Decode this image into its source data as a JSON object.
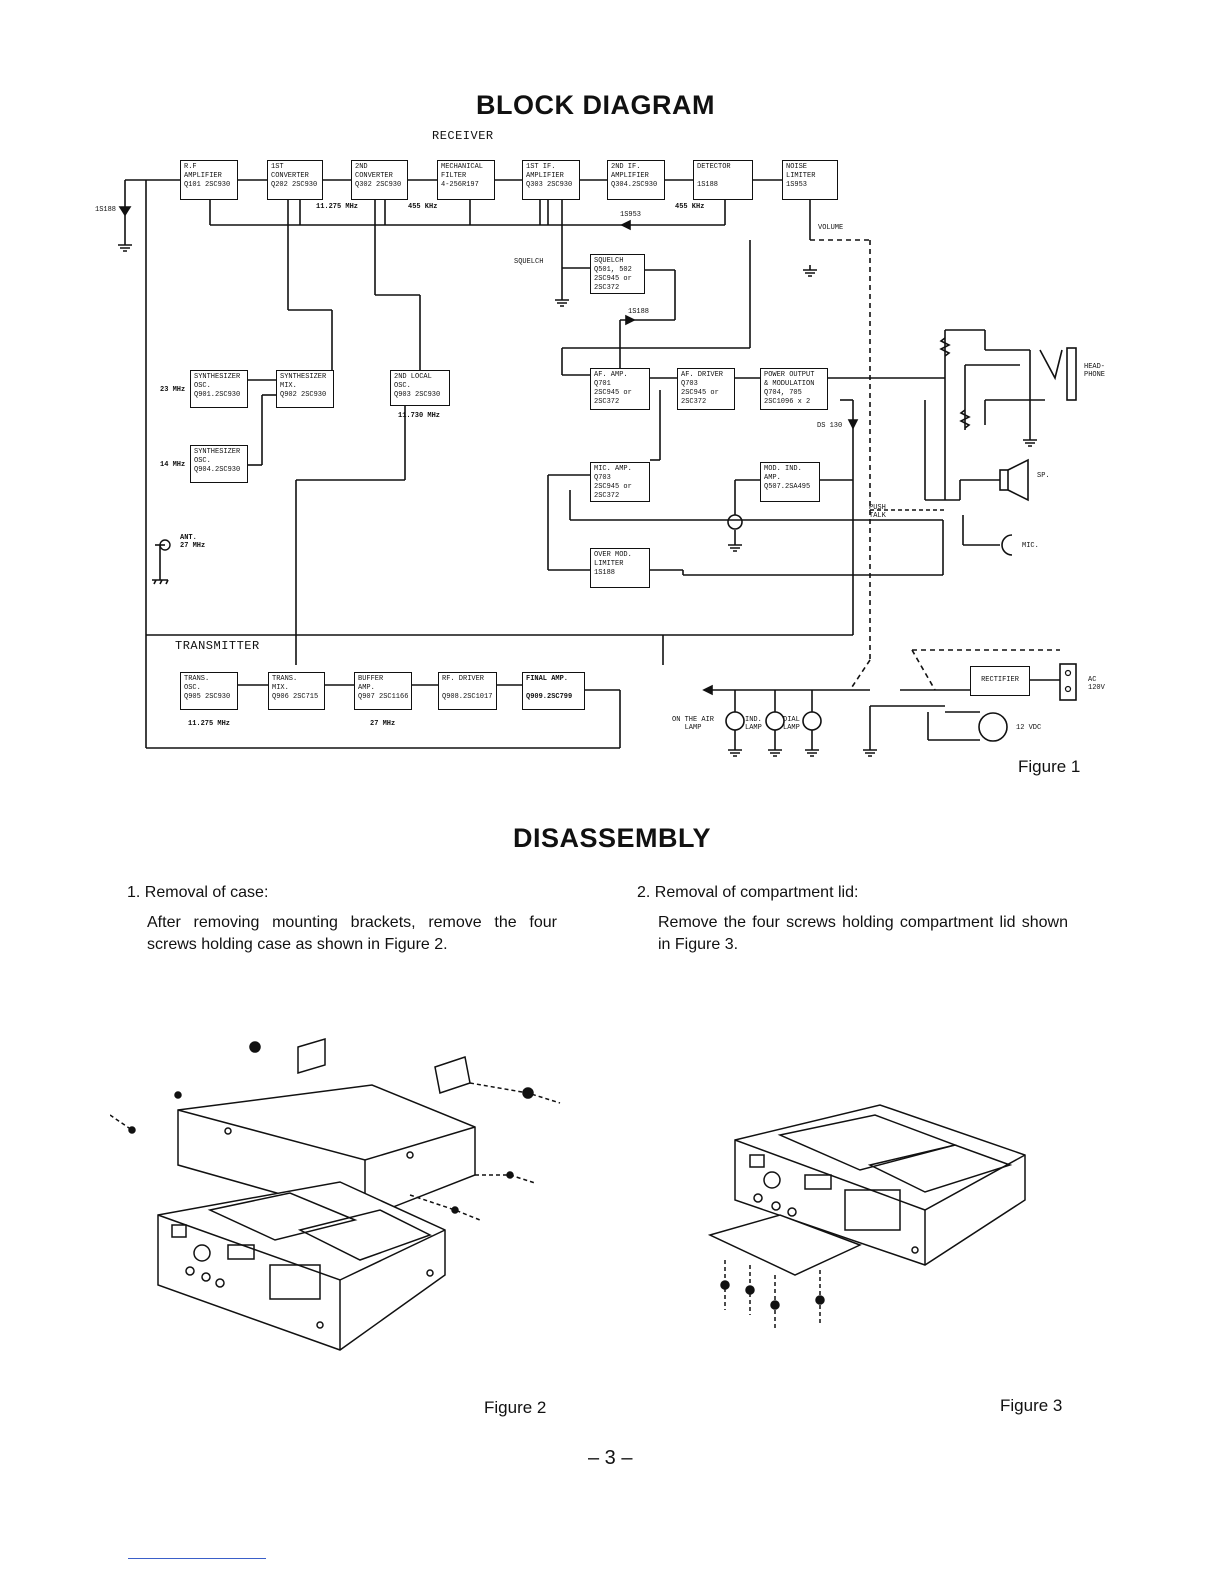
{
  "block_diagram": {
    "title": "BLOCK DIAGRAM",
    "receiver_label": "RECEIVER",
    "transmitter_label": "TRANSMITTER",
    "figure_caption": "Figure 1",
    "blocks": {
      "rf_amp": "R.F\nAMPLIFIER\nQ101 2SC930",
      "conv1": "1ST\nCONVERTER\nQ202 2SC930",
      "conv2": "2ND\nCONVERTER\nQ302 2SC930",
      "mech_filter": "MECHANICAL\nFILTER\n4-256R197",
      "if1": "1ST IF.\nAMPLIFIER\nQ303 2SC930",
      "if2": "2ND IF.\nAMPLIFIER\nQ304.2SC930",
      "detector": "DETECTOR\n\n1S188",
      "noise_limiter": "NOISE\nLIMITER\n1S953",
      "squelch": "SQUELCH\nQ501, 502\n2SC945 or\n2SC372",
      "synth_osc_23": "SYNTHESIZER\nOSC.\nQ901.2SC930",
      "synth_mix": "SYNTHESIZER\nMIX.\nQ902 2SC930",
      "local_osc2": "2ND LOCAL\nOSC.\nQ903 2SC930",
      "synth_osc_14": "SYNTHESIZER\nOSC.\nQ904.2SC930",
      "af_amp": "AF. AMP.\nQ701\n2SC945 or\n2SC372",
      "af_driver": "AF. DRIVER\nQ703\n2SC945 or\n2SC372",
      "power_output": "POWER OUTPUT\n& MODULATION\nQ704, 705\n2SC1096 x 2",
      "mic_amp": "MIC. AMP.\nQ703\n2SC945 or\n2SC372",
      "mod_ind": "MOD. IND.\nAMP.\nQ507.2SA495",
      "over_mod": "OVER MOD.\nLIMITER\n1S188",
      "trans_osc": "TRANS.\nOSC.\nQ905 2SC930",
      "trans_mix": "TRANS.\nMIX.\nQ906 2SC715",
      "buffer": "BUFFER\nAMP.\nQ907 2SC1166",
      "rf_driver": "RF. DRIVER\n\nQ908.2SC1017",
      "final_amp": "FINAL AMP.\n\nQ909.2SC799",
      "rectifier": "RECTIFIER"
    },
    "labels": {
      "diode_1s188_left": "1S188",
      "f_11275_rx": "11.275 MHz",
      "f_455_a": "455 KHz",
      "f_455_b": "455 KHz",
      "d_1s953": "1S953",
      "volume": "VOLUME",
      "squelch_pot": "SQUELCH",
      "d_1s188_sq": "1S188",
      "f_23": "23 MHz",
      "f_14": "14 MHz",
      "f_11730": "11.730 MHz",
      "ant": "ANT.\n27 MHz",
      "ds130": "DS 130",
      "push_talk": "PUSH\nTALK",
      "headphone": "HEAD-\nPHONE",
      "sp": "SP.",
      "mic": "MIC.",
      "f_11275_tx": "11.275 MHz",
      "f_27": "27 MHz",
      "ac": "AC\n120V",
      "dc12": "12 VDC",
      "on_air_lamp": "ON THE AIR\nLAMP",
      "ind_lamp": "IND.\nLAMP",
      "dial_lamp": "DIAL\nLAMP"
    }
  },
  "disassembly": {
    "title": "DISASSEMBLY",
    "step1_heading": "1.  Removal of case:",
    "step1_body": "After removing mounting brackets, remove the four screws holding case as shown in Figure 2.",
    "step2_heading": "2.  Removal of compartment lid:",
    "step2_body": "Remove the four screws holding compartment lid shown in Figure 3.",
    "figure2_caption": "Figure 2",
    "figure3_caption": "Figure 3"
  },
  "page_number": "– 3 –"
}
